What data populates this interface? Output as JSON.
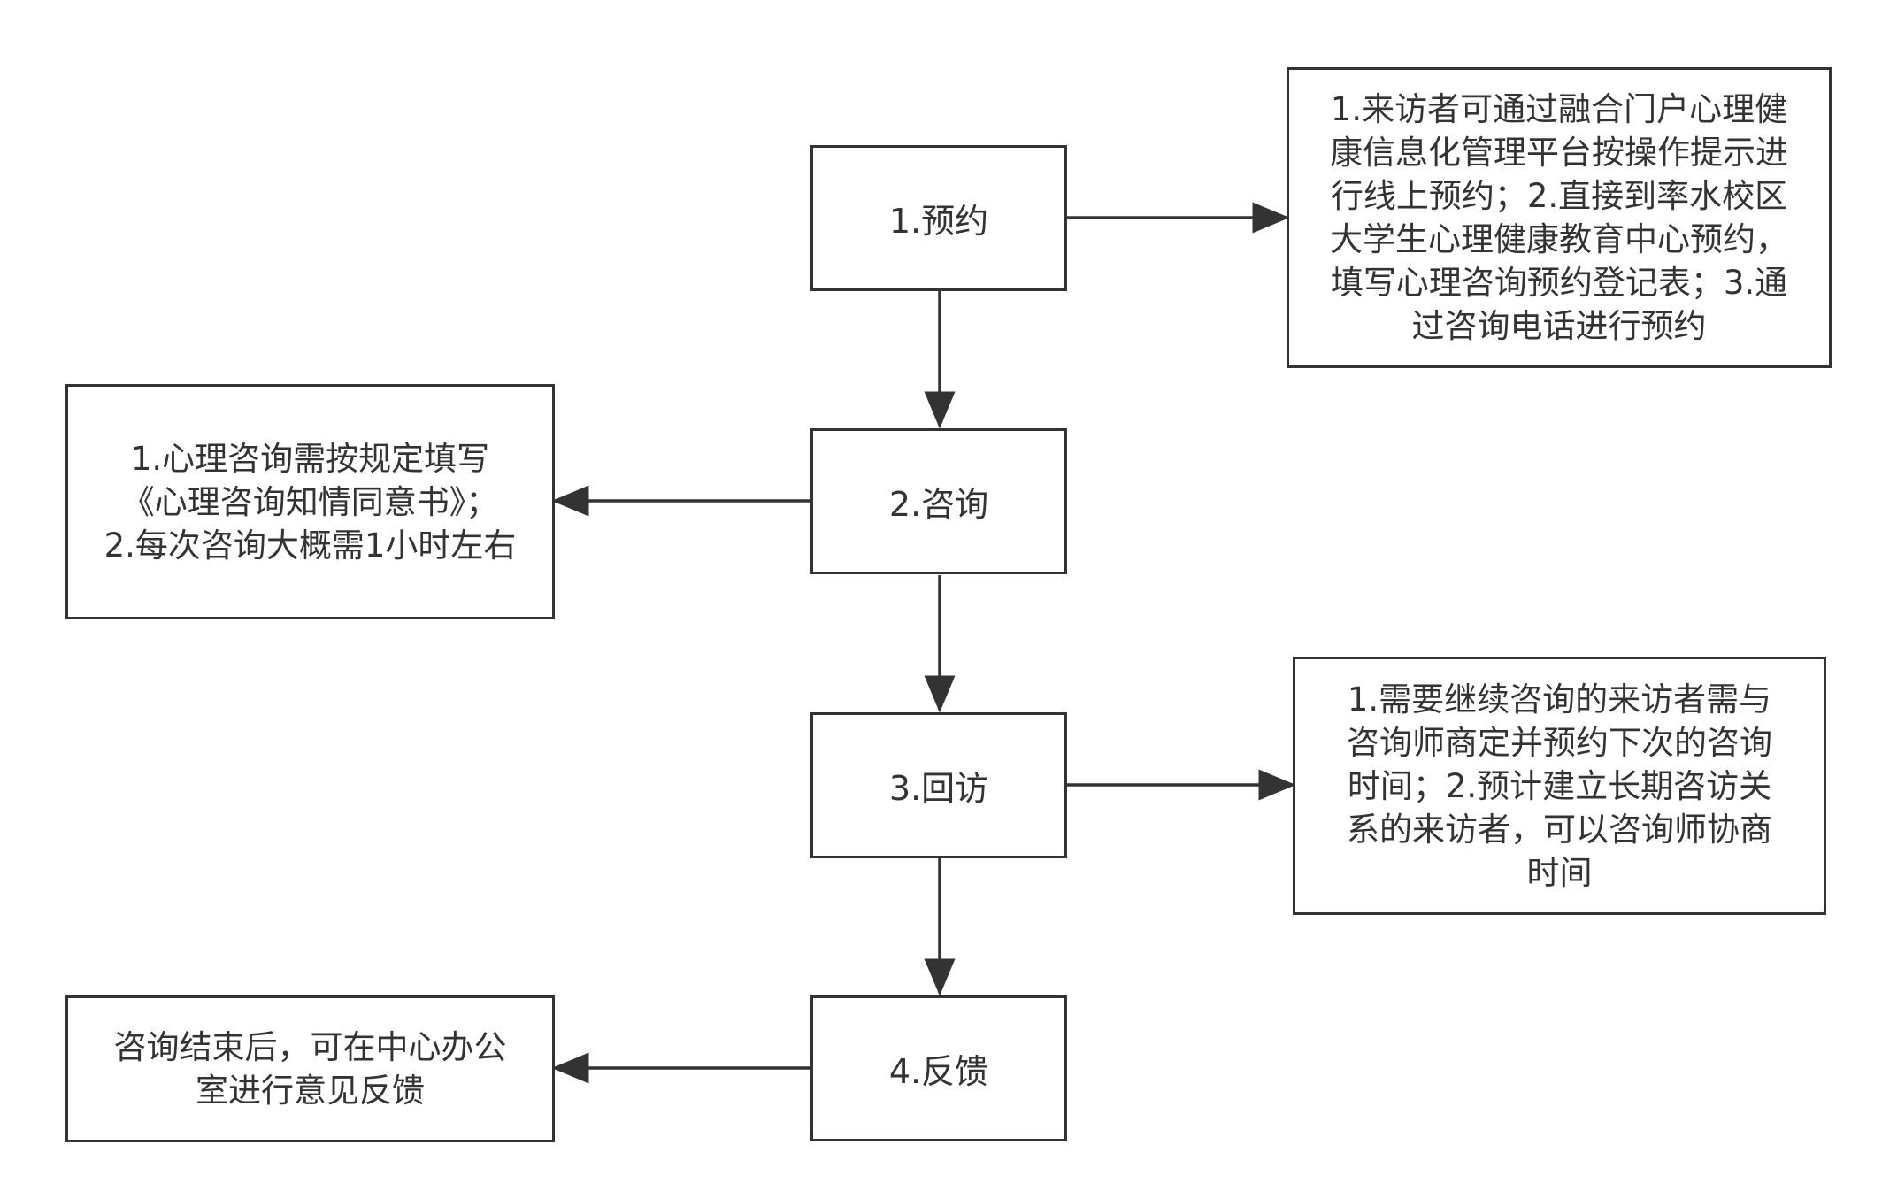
{
  "steps": [
    {
      "label": "1.预约"
    },
    {
      "label": "2.咨询"
    },
    {
      "label": "3.回访"
    },
    {
      "label": "4.反馈"
    }
  ],
  "notes": {
    "booking": {
      "lines": [
        "1.来访者可通过融合门户心理健",
        "康信息化管理平台按操作提示进",
        "行线上预约；2.直接到率水校区",
        "大学生心理健康教育中心预约，",
        "填写心理咨询预约登记表；3.通",
        "过咨询电话进行预约"
      ]
    },
    "consult": {
      "lines": [
        "1.心理咨询需按规定填写",
        "《心理咨询知情同意书》；",
        "2.每次咨询大概需1小时左右"
      ]
    },
    "followup": {
      "lines": [
        "1.需要继续咨询的来访者需与",
        "咨询师商定并预约下次的咨询",
        "时间；2.预计建立长期咨访关",
        "系的来访者，可以咨询师协商",
        "时间"
      ]
    },
    "feedback": {
      "lines": [
        "咨询结束后，可在中心办公",
        "室进行意见反馈"
      ]
    }
  }
}
